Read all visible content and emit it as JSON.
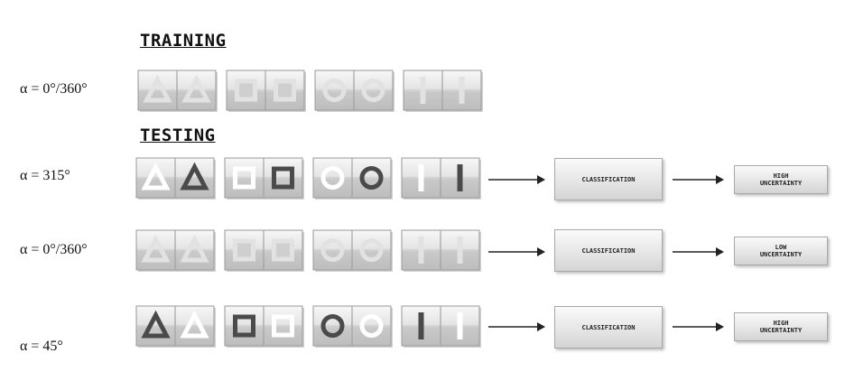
{
  "headings": {
    "training": "TRAINING",
    "testing": "TESTING"
  },
  "rows": [
    {
      "alpha": "α = 0°/360°",
      "pairs": [
        {
          "shape": "triangle",
          "tiles": [
            "faint",
            "faint"
          ]
        },
        {
          "shape": "square",
          "tiles": [
            "faint",
            "faint"
          ]
        },
        {
          "shape": "circle",
          "tiles": [
            "faint",
            "faint"
          ]
        },
        {
          "shape": "bar",
          "tiles": [
            "faint",
            "faint"
          ]
        }
      ]
    },
    {
      "alpha": "α = 315°",
      "pairs": [
        {
          "shape": "triangle",
          "tiles": [
            "white",
            "dark"
          ]
        },
        {
          "shape": "square",
          "tiles": [
            "white",
            "dark"
          ]
        },
        {
          "shape": "circle",
          "tiles": [
            "white",
            "dark"
          ]
        },
        {
          "shape": "bar",
          "tiles": [
            "white",
            "dark"
          ]
        }
      ],
      "classification": "CLASSIFICATION",
      "result": [
        "HIGH",
        "UNCERTAINTY"
      ]
    },
    {
      "alpha": "α = 0°/360°",
      "pairs": [
        {
          "shape": "triangle",
          "tiles": [
            "faint",
            "faint"
          ]
        },
        {
          "shape": "square",
          "tiles": [
            "faint",
            "faint"
          ]
        },
        {
          "shape": "circle",
          "tiles": [
            "faint",
            "faint"
          ]
        },
        {
          "shape": "bar",
          "tiles": [
            "faint",
            "faint"
          ]
        }
      ],
      "classification": "CLASSIFICATION",
      "result": [
        "LOW",
        "UNCERTAINTY"
      ]
    },
    {
      "alpha": "α = 45°",
      "pairs": [
        {
          "shape": "triangle",
          "tiles": [
            "dark",
            "white"
          ]
        },
        {
          "shape": "square",
          "tiles": [
            "dark",
            "white"
          ]
        },
        {
          "shape": "circle",
          "tiles": [
            "dark",
            "white"
          ]
        },
        {
          "shape": "bar",
          "tiles": [
            "dark",
            "white"
          ]
        }
      ],
      "classification": "CLASSIFICATION",
      "result": [
        "HIGH",
        "UNCERTAINTY"
      ]
    }
  ],
  "colors": {
    "faint": "#e2e2e2",
    "white": "#ffffff",
    "dark": "#4a4a4a",
    "arrow": "#222222"
  }
}
